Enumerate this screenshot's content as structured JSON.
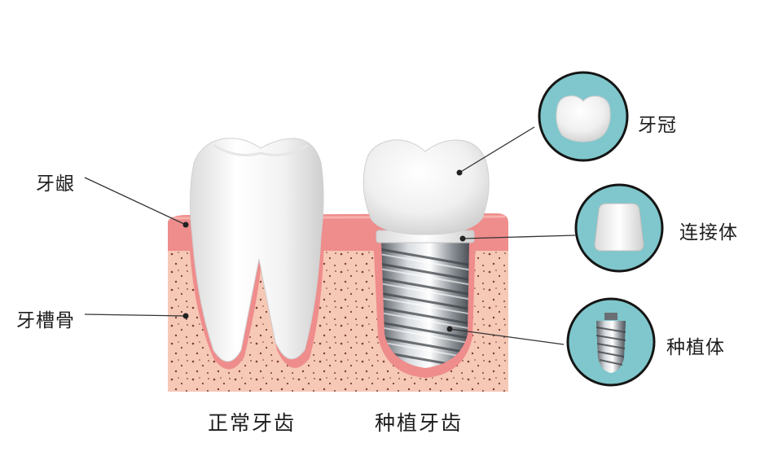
{
  "labels": {
    "gum": "牙龈",
    "alveolar_bone": "牙槽骨",
    "crown": "牙冠",
    "abutment": "连接体",
    "implant": "种植体"
  },
  "captions": {
    "natural_tooth": "正常牙齿",
    "implant_tooth": "种植牙齿"
  },
  "colors": {
    "gum": "#ef8c8c",
    "bone": "#f6c8b6",
    "bone_dots": "#7a3d32",
    "circle_fill": "#7fc7cc",
    "circle_stroke": "#151515",
    "tooth": "#f4f4f4",
    "metal": "#9aa0a6"
  }
}
